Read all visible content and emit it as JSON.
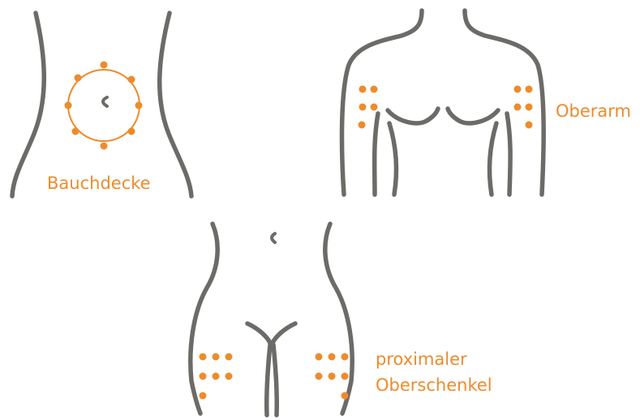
{
  "colors": {
    "accent": "#ee8b2b",
    "outline": "#6d6b67",
    "background": "#ffffff"
  },
  "figures": [
    {
      "id": "abdomen",
      "label": "Bauchdecke"
    },
    {
      "id": "upper-arm",
      "label": "Oberarm"
    },
    {
      "id": "thigh",
      "label_line1": "proximaler",
      "label_line2": "Oberschenkel"
    }
  ]
}
